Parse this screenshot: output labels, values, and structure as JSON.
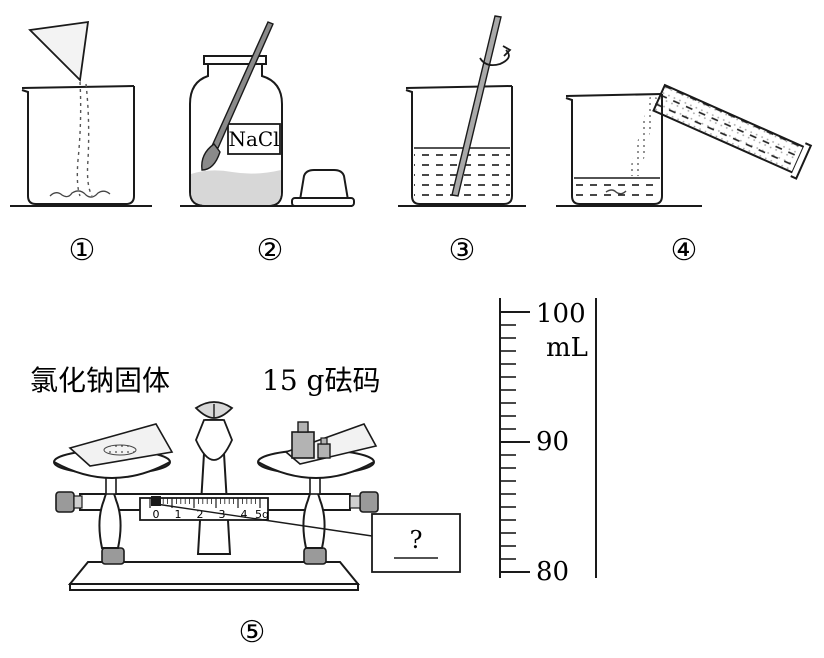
{
  "steps": [
    {
      "numeral": "①"
    },
    {
      "numeral": "②",
      "jar_label": "NaCl"
    },
    {
      "numeral": "③"
    },
    {
      "numeral": "④"
    },
    {
      "numeral": "⑤"
    }
  ],
  "balance": {
    "left_pan_label": "氯化钠固体",
    "right_pan_label": "15 g砝码",
    "scale_numbers": [
      "0",
      "1",
      "2",
      "3",
      "4",
      "5g"
    ],
    "answer_box": "?"
  },
  "cylinder_scale": {
    "unit": "mL",
    "labels": [
      "100",
      "90",
      "80"
    ]
  }
}
